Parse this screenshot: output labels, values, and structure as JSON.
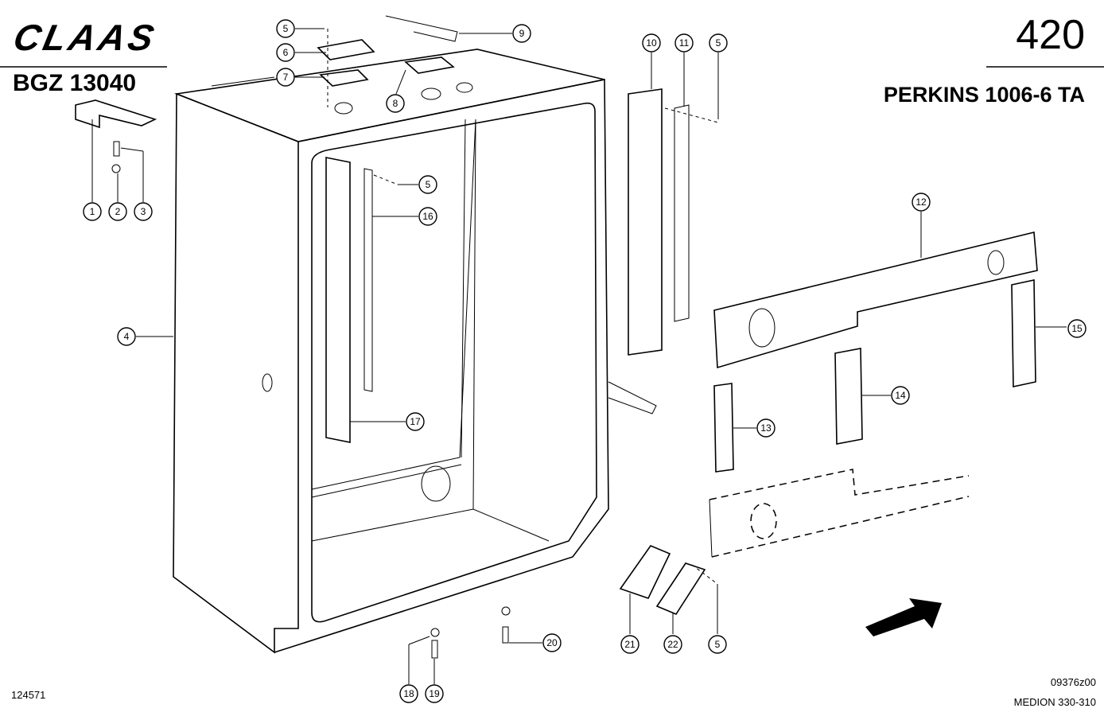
{
  "header": {
    "brand": "CLAAS",
    "page_number": "420",
    "bgz_code": "BGZ 13040",
    "engine_title": "PERKINS 1006-6 TA"
  },
  "footer": {
    "drawing_ref": "124571",
    "doc_code": "09376z00",
    "model_range": "MEDION 330-310"
  },
  "callouts": [
    "5",
    "6",
    "7",
    "9",
    "8",
    "1",
    "2",
    "3",
    "4",
    "5",
    "16",
    "17",
    "10",
    "11",
    "5",
    "12",
    "15",
    "14",
    "13",
    "21",
    "22",
    "5",
    "20",
    "18",
    "19"
  ]
}
